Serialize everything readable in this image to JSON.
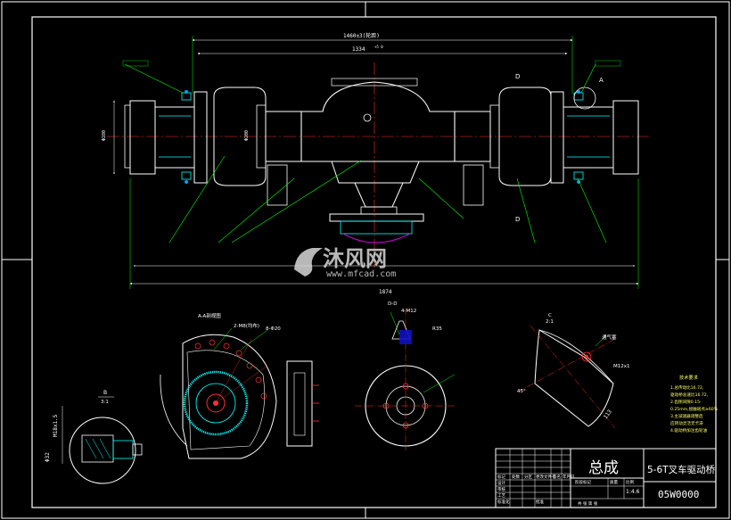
{
  "drawing": {
    "overall_dims": {
      "dim_1460": "1460±3(轮距)",
      "dim_1334": "1334",
      "dim_1334_tol": "+5 0",
      "dim_1874": "1874"
    },
    "section_labels": {
      "sec_d_top": "D",
      "sec_d_bottom": "D",
      "sec_a_top": "A",
      "view_a": "A-A剖视图",
      "view_b": "B",
      "scale_b": "3:1",
      "view_d": "D-D",
      "view_c": "C",
      "scale_c": "2:1"
    },
    "sub_dims": {
      "angle_a": "2-M8(均布)",
      "holes_b": "8-Φ20",
      "angle_c": "45°",
      "thread_c": "M12x1",
      "vent": "通气塞",
      "dim_113": "113",
      "dim_c_top": "4-M12",
      "dim_c_right": "R35",
      "dim_b_m18": "M18x1.5"
    },
    "tech_requirements": {
      "title": "技术要求",
      "items": [
        "1.总传动比16.72,",
        "  驱动桥总速比16.72,",
        "2.齿侧间隙0.15-",
        "  0.25mm,接触斑点≥60%",
        "3.主减速器调整后",
        "  应转动灵活无卡滞",
        "4.驱动桥加注齿轮油"
      ]
    },
    "title_block": {
      "assembly": "总成",
      "name": "5-6T叉车驱动桥",
      "code": "05W0000",
      "scale": "1:4.6",
      "mass_label": "质量",
      "scale_label": "比例",
      "sheet_label": "共 张 第 张",
      "col_mark": "标记",
      "col_count": "处数",
      "col_zone": "分区",
      "col_doc": "更改文件号",
      "col_sign": "签名",
      "col_date": "年月日",
      "row_design": "设计",
      "row_check": "审核",
      "row_process": "工艺",
      "row_std": "标准化",
      "row_approve": "批准",
      "stage": "阶段标记"
    },
    "watermark": {
      "main": "沐风网",
      "url": "www.mfcad.com"
    }
  }
}
